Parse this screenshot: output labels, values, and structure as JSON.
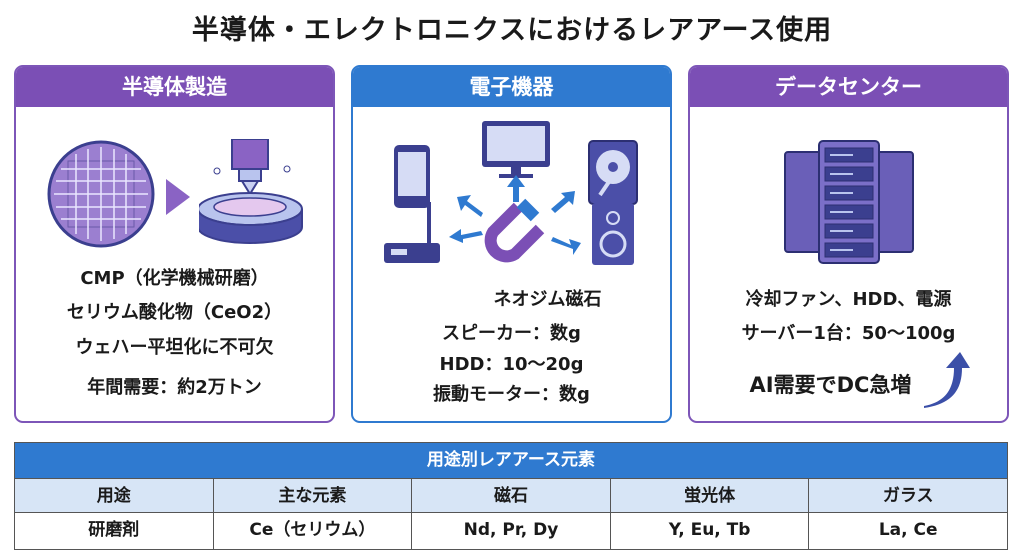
{
  "title": "半導体・エレクトロニクスにおけるレアアース使用",
  "panels": {
    "semiconductor": {
      "header": "半導体製造",
      "lines": [
        "CMP（化学機械研磨）",
        "セリウム酸化物（CeO2）",
        "ウェハー平坦化に不可欠",
        "年間需要：約2万トン"
      ]
    },
    "electronics": {
      "header": "電子機器",
      "magnet_label": "ネオジム磁石",
      "lines": [
        "スピーカー：数g",
        "HDD：10〜20g",
        "振動モーター：数g"
      ]
    },
    "datacenter": {
      "header": "データセンター",
      "lines": [
        "冷却ファン、HDD、電源",
        "サーバー1台：50〜100g"
      ],
      "highlight": "AI需要でDC急増"
    }
  },
  "table": {
    "title": "用途別レアアース元素",
    "headers": [
      "用途",
      "主な元素",
      "磁石",
      "蛍光体",
      "ガラス"
    ],
    "rows": [
      [
        "研磨剤",
        "Ce（セリウム）",
        "Nd, Pr, Dy",
        "Y, Eu, Tb",
        "La, Ce"
      ]
    ]
  },
  "colors": {
    "purple": "#7b4fb5",
    "blue": "#2f7ad0",
    "navy": "#3b3f8f",
    "light": "#d7e5f6"
  }
}
